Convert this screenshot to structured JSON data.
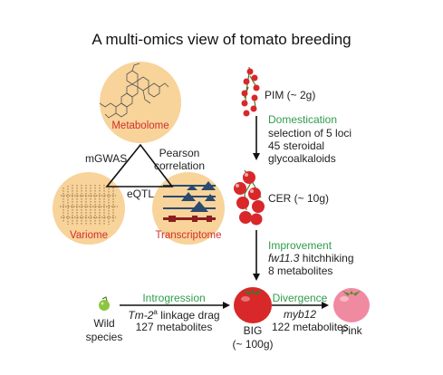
{
  "title": "A multi-omics view of tomato breeding",
  "omics": {
    "metabolome": "Metabolome",
    "variome": "Variome",
    "transcriptome": "Transcriptome",
    "mgwas": "mGWAS",
    "pearson": "Pearson",
    "correlation": "correlation",
    "eqtl": "eQTL"
  },
  "stages": {
    "pim": "PIM (~ 2g)",
    "cer": "CER (~ 10g)",
    "big": "BIG",
    "big_weight": "(~ 100g)",
    "pink": "Pink",
    "wild1": "Wild",
    "wild2": "species"
  },
  "transitions": {
    "domestication": {
      "label": "Domestication",
      "lines": [
        "selection of 5 loci",
        "45 steroidal",
        "glycoalkaloids"
      ]
    },
    "improvement": {
      "label": "Improvement",
      "gene": "fw11.3",
      "line1_rest": " hitchhiking",
      "line2": "8 metabolites"
    },
    "introgression": {
      "label": "Introgression",
      "gene": "Tm-2",
      "gene_sup": "a",
      "line1_rest": " linkage drag",
      "line2": "127 metabolites"
    },
    "divergence": {
      "label": "Divergence",
      "gene": "myb12",
      "line2": "122 metabolites"
    }
  },
  "colors": {
    "circle": "#f8d39a",
    "red_label": "#d0312d",
    "green_label": "#2e9d4b",
    "tomato_red": "#d8282a",
    "pink": "#f08aa0",
    "wild_green": "#8cc63f"
  }
}
